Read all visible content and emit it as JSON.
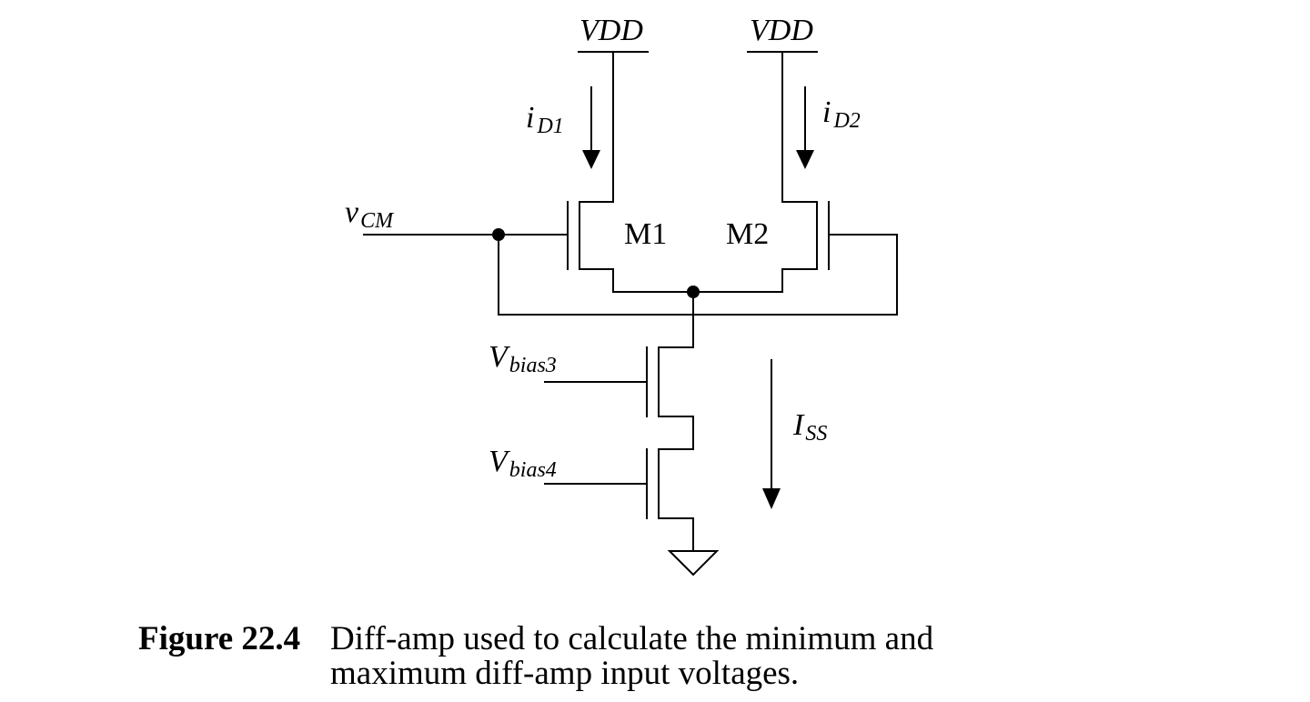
{
  "labels": {
    "vdd_left": "VDD",
    "vdd_right": "VDD",
    "id1_main": "i",
    "id1_sub": "D1",
    "id2_main": "i",
    "id2_sub": "D2",
    "vcm_main": "v",
    "vcm_sub": "CM",
    "m1": "M1",
    "m2": "M2",
    "vbias3_main": "V",
    "vbias3_sub": "bias3",
    "vbias4_main": "V",
    "vbias4_sub": "bias4",
    "iss_main": "I",
    "iss_sub": "SS"
  },
  "caption": {
    "number": "Figure 22.4",
    "text": "Diff-amp used to calculate the minimum and maximum diff-amp input voltages."
  }
}
